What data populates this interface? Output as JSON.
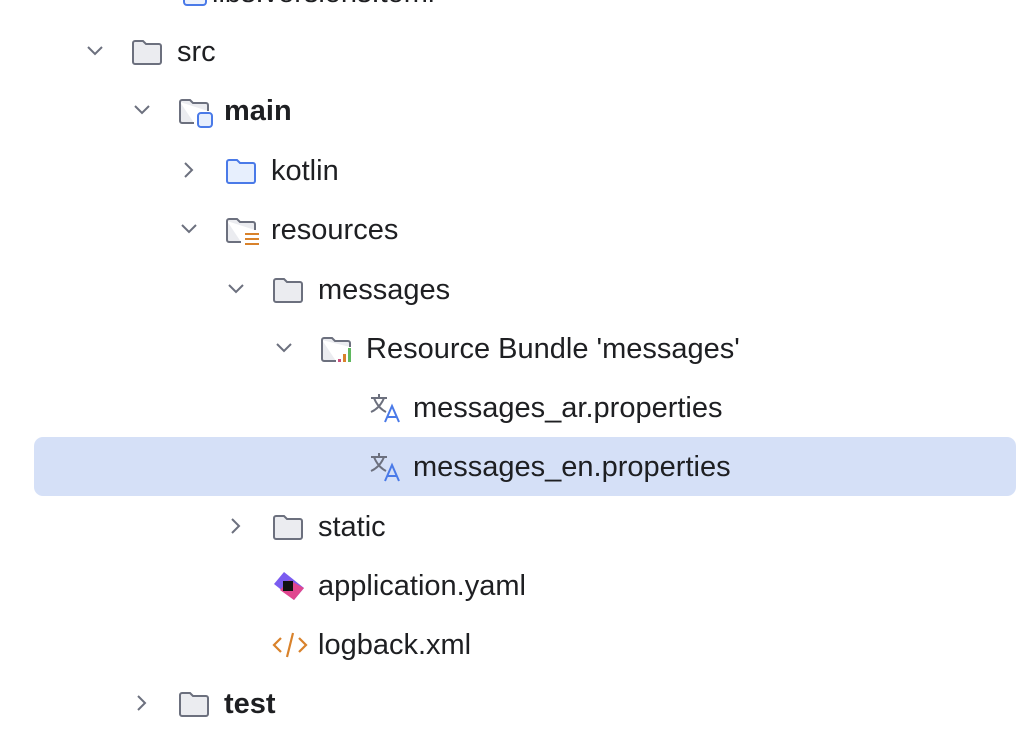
{
  "tree": {
    "libs": "libs.versions.toml",
    "src": "src",
    "main": "main",
    "kotlin": "kotlin",
    "resources": "resources",
    "messages": "messages",
    "bundle": "Resource Bundle 'messages'",
    "messages_ar": "messages_ar.properties",
    "messages_en": "messages_en.properties",
    "static": "static",
    "application": "application.yaml",
    "logback": "logback.xml",
    "test": "test"
  },
  "selected": "messages_en.properties",
  "colors": {
    "selection": "#d5e0f7",
    "folder": "#6c707e",
    "source_folder": "#4a7ae8",
    "accent_orange": "#d9822b"
  }
}
